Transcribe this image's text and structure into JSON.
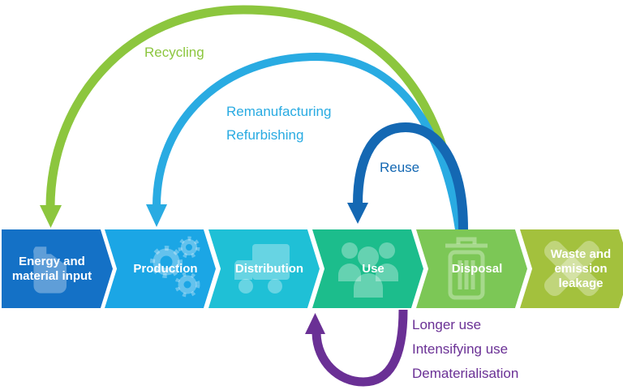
{
  "colors": {
    "stage_fills": [
      "#1471c6",
      "#1ba6e5",
      "#1fc0d6",
      "#1cbd8c",
      "#7cc756",
      "#a3c13d"
    ],
    "stage_text": "#ffffff",
    "icon_tint": "rgba(255,255,255,0.32)",
    "recycling": "#8cc63e",
    "remanufacturing": "#29abe2",
    "reuse": "#1468b3",
    "use_loop": "#6a3095"
  },
  "stages": [
    {
      "lines": [
        "Energy and",
        "material input"
      ]
    },
    {
      "lines": [
        "Production"
      ]
    },
    {
      "lines": [
        "Distribution"
      ]
    },
    {
      "lines": [
        "Use"
      ]
    },
    {
      "lines": [
        "Disposal"
      ]
    },
    {
      "lines": [
        "Waste and",
        "emission",
        "leakage"
      ]
    }
  ],
  "arcs": {
    "recycling": {
      "label": "Recycling"
    },
    "remanufacturing": {
      "labels": [
        "Remanufacturing",
        "Refurbishing"
      ]
    },
    "reuse": {
      "label": "Reuse"
    },
    "use_loop": {
      "labels": [
        "Longer use",
        "Intensifying use",
        "Dematerialisation"
      ]
    }
  }
}
